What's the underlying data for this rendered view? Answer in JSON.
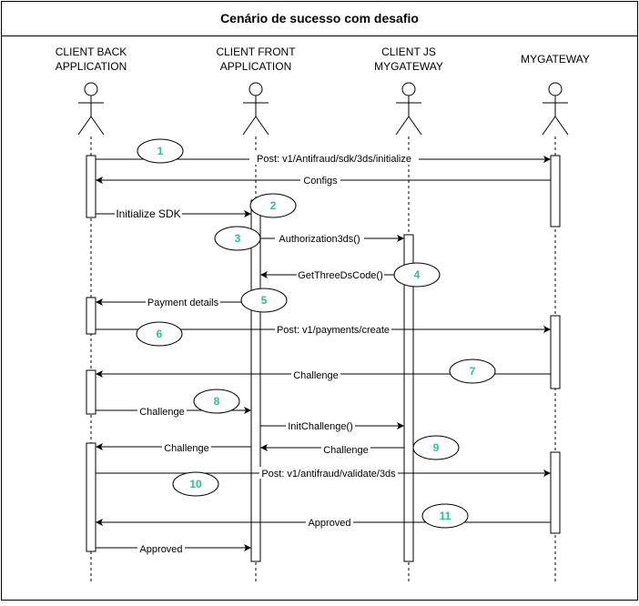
{
  "title": "Cenário de sucesso com desafio",
  "colors": {
    "line": "#000000",
    "background": "#ffffff",
    "badge_text": "#2cc48a"
  },
  "participants": [
    {
      "id": "back",
      "name_lines": [
        "CLIENT BACK",
        "APPLICATION"
      ],
      "icon": "actor-stick-figure-icon"
    },
    {
      "id": "front",
      "name_lines": [
        "CLIENT FRONT",
        "APPLICATION"
      ],
      "icon": "actor-stick-figure-icon"
    },
    {
      "id": "js",
      "name_lines": [
        "CLIENT JS",
        "MYGATEWAY"
      ],
      "icon": "actor-stick-figure-icon"
    },
    {
      "id": "gw",
      "name_lines": [
        "MYGATEWAY"
      ],
      "icon": "actor-stick-figure-icon"
    }
  ],
  "messages": [
    {
      "label": "Post: v1/Antifraud/sdk/3ds/initialize",
      "from": "back",
      "to": "gw"
    },
    {
      "label": "Configs",
      "from": "gw",
      "to": "back"
    },
    {
      "label": "Initialize SDK",
      "from": "back",
      "to": "front"
    },
    {
      "label": "Authorization3ds()",
      "from": "front",
      "to": "js"
    },
    {
      "label": "GetThreeDsCode()",
      "from": "js",
      "to": "front"
    },
    {
      "label": "Payment details",
      "from": "front",
      "to": "back"
    },
    {
      "label": "Post: v1/payments/create",
      "from": "back",
      "to": "gw"
    },
    {
      "label": "Challenge",
      "from": "gw",
      "to": "back"
    },
    {
      "label": "Challenge",
      "from": "back",
      "to": "front"
    },
    {
      "label": "InitChallenge()",
      "from": "front",
      "to": "js"
    },
    {
      "label": "Challenge",
      "from": "front",
      "to": "back"
    },
    {
      "label": "Challenge",
      "from": "js",
      "to": "front"
    },
    {
      "label": "Post: v1/antifraud/validate/3ds",
      "from": "back",
      "to": "gw"
    },
    {
      "label": "Approved",
      "from": "gw",
      "to": "back"
    },
    {
      "label": "Approved",
      "from": "back",
      "to": "front"
    }
  ],
  "step_badges": [
    "1",
    "2",
    "3",
    "4",
    "5",
    "6",
    "7",
    "8",
    "9",
    "10",
    "11"
  ]
}
